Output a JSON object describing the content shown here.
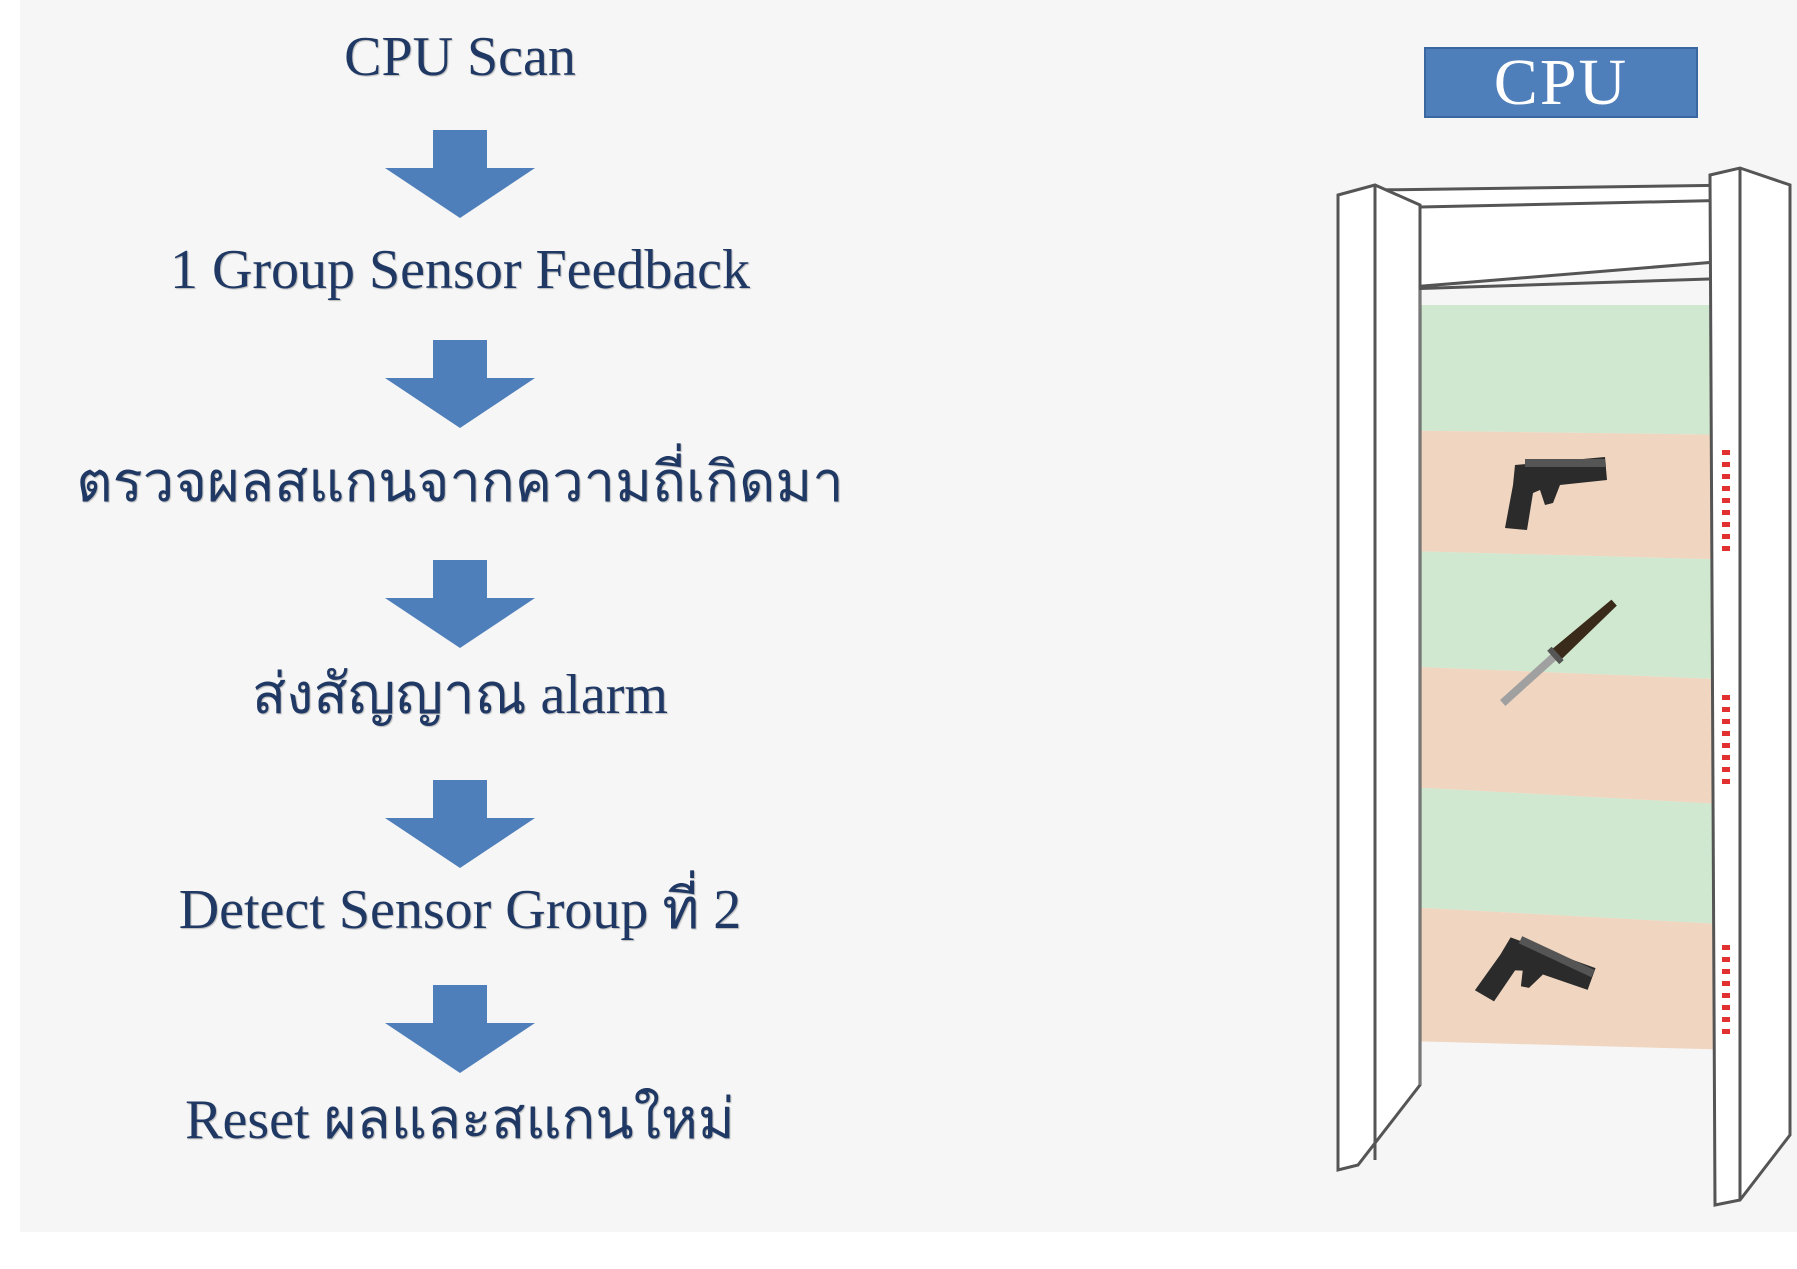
{
  "flow": {
    "steps": [
      "CPU Scan",
      "1 Group Sensor Feedback",
      "ตรวจผลสแกนจากความถี่เกิดมา",
      "ส่งสัญญาณ alarm",
      "Detect Sensor Group ที่ 2",
      "Reset ผลและสแกนใหม่"
    ]
  },
  "device": {
    "cpu_label": "CPU",
    "zones": [
      "clear",
      "detected",
      "clear",
      "detected",
      "clear",
      "detected"
    ],
    "detected_objects": [
      "pistol-icon",
      "knife-icon",
      "pistol-icon"
    ]
  },
  "colors": {
    "text": "#1f3864",
    "arrow": "#4f7fbb",
    "cpu_box": "#4f7fbb",
    "zone_clear": "#cfe8cf",
    "zone_detected": "#f0d6c0",
    "indicator": "#e03030"
  }
}
